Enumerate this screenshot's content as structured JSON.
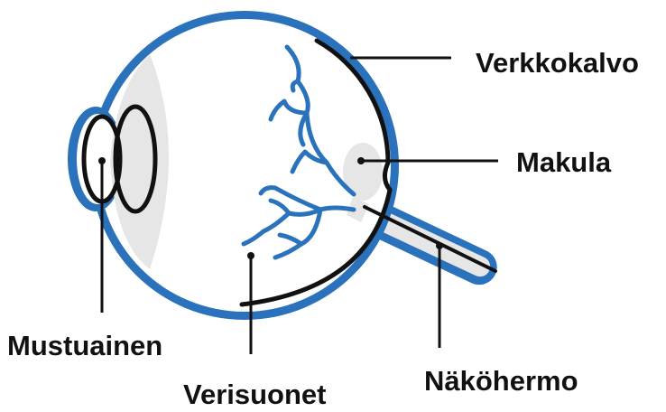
{
  "diagram": {
    "labels": {
      "retina": "Verkkokalvo",
      "macula": "Makula",
      "pupil": "Mustuainen",
      "blood_vessels": "Verisuonet",
      "optic_nerve": "Näköhermo"
    },
    "colors": {
      "outline_blue": "#2a72bb",
      "interior_gray": "#e6e6e6",
      "black_lines": "#111111",
      "background": "#ffffff"
    }
  }
}
